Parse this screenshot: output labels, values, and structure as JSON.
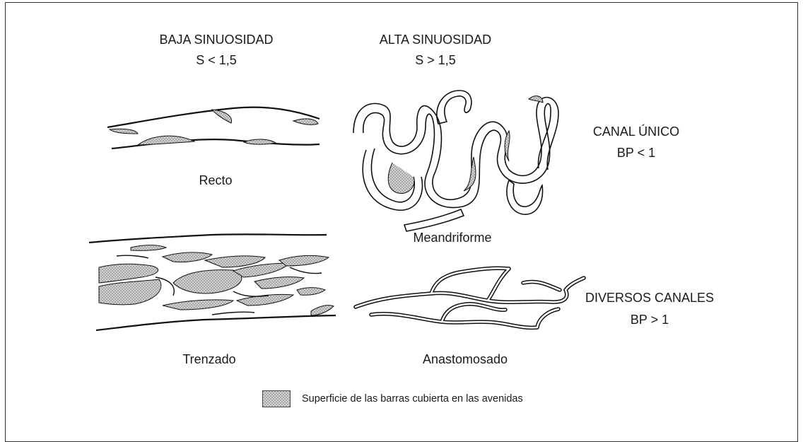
{
  "header": {
    "low": {
      "title": "BAJA SINUOSIDAD",
      "formula": "S < 1,5"
    },
    "high": {
      "title": "ALTA SINUOSIDAD",
      "formula": "S > 1,5"
    }
  },
  "rows": {
    "single": {
      "title": "CANAL ÚNICO",
      "formula": "BP < 1"
    },
    "multi": {
      "title": "DIVERSOS CANALES",
      "formula": "BP > 1"
    }
  },
  "channels": {
    "straight": "Recto",
    "meandering": "Meandriforme",
    "braided": "Trenzado",
    "anastomosed": "Anastomosado"
  },
  "legend": {
    "text": "Superficie de las barras cubierta en las avenidas"
  }
}
